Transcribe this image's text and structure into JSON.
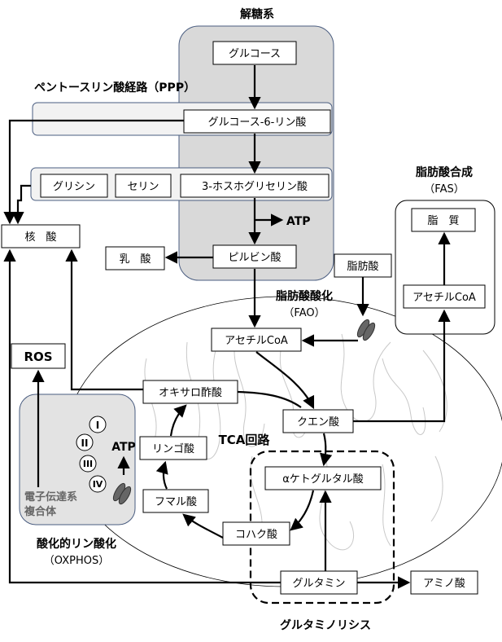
{
  "sections": {
    "glycolysis": "解糖系",
    "ppp": "ペントースリン酸経路（PPP）",
    "fas_title": "脂肪酸合成",
    "fas_sub": "（FAS）",
    "fao_title": "脂肪酸酸化",
    "fao_sub": "（FAO）",
    "tca": "TCA回路",
    "oxphos_title": "酸化的リン酸化",
    "oxphos_sub": "（OXPHOS）",
    "glutaminolysis": "グルタミノリシス"
  },
  "nodes": {
    "glucose": "グルコース",
    "g6p": "グルコース-6-リン酸",
    "glycine": "グリシン",
    "serine": "セリン",
    "pg3": "3-ホスホグリセリン酸",
    "atp_glycolysis": "ATP",
    "nucleic_acid": "核　酸",
    "lactate": "乳　酸",
    "pyruvate": "ピルビン酸",
    "fatty_acid": "脂肪酸",
    "lipid": "脂　質",
    "acetyl_coa_fas": "アセチルCoA",
    "acetyl_coa_mito": "アセチルCoA",
    "ros": "ROS",
    "oxaloacetate": "オキサロ酢酸",
    "citrate": "クエン酸",
    "malate": "リンゴ酸",
    "fumarate": "フマル酸",
    "akg": "αケトグルタル酸",
    "succinate": "コハク酸",
    "glutamine": "グルタミン",
    "amino_acid": "アミノ酸",
    "etc": "電子伝達系\n複合体",
    "atp_oxphos": "ATP"
  },
  "complexes": [
    "I",
    "II",
    "III",
    "IV"
  ]
}
